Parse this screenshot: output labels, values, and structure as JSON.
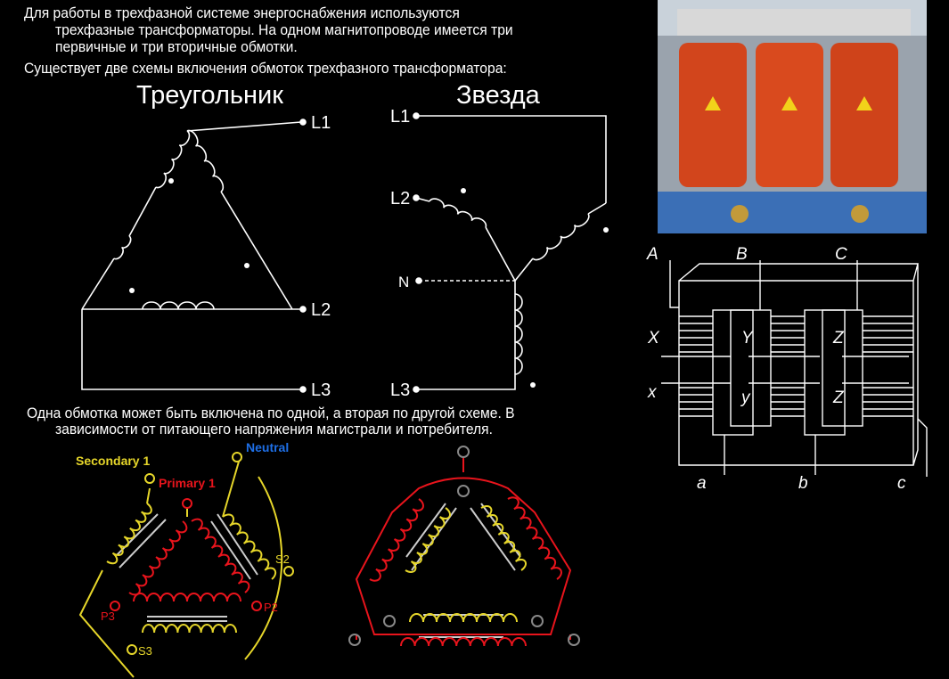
{
  "intro": {
    "line1": "Для работы в трехфазной системе энергоснабжения используются",
    "line2": "трехфазные трансформаторы. На одном магнитопроводе имеется три",
    "line3": "первичные и три вторичные обмотки.",
    "line4": "Существует две схемы включения  обмоток трехфазного трансформатора:"
  },
  "delta": {
    "title": "Треугольник",
    "terminals": [
      "L1",
      "L2",
      "L3"
    ]
  },
  "star": {
    "title": "Звезда",
    "terminals": [
      "L1",
      "L2",
      "N",
      "L3"
    ]
  },
  "core_diagram": {
    "top_terminals": [
      "A",
      "B",
      "C"
    ],
    "bottom_terminals": [
      "a",
      "b",
      "c"
    ],
    "side_labels": [
      "X",
      "x"
    ],
    "inner_labels": [
      "Y",
      "y",
      "Z",
      "Z"
    ]
  },
  "note": {
    "line1": "Одна обмотка может быть включена по одной, а вторая по другой схеме. В",
    "line2": "зависимости от питающего  напряжения магистрали и потребителя."
  },
  "winding_diagram": {
    "secondary": "Secondary 1",
    "primary": "Primary 1",
    "neutral": "Neutral",
    "labels": [
      "S2",
      "P2",
      "P3",
      "S3"
    ]
  },
  "colors": {
    "primary": "#e8141c",
    "secondary": "#e6d62a",
    "neutral": "#1e6fe6"
  }
}
